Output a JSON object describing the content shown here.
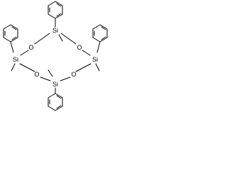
{
  "molecule": {
    "atoms": {
      "si_top": "Si",
      "si_right": "Si",
      "si_bottom": "Si",
      "si_left": "Si",
      "o_top_left": "O",
      "o_top_right": "O",
      "o_bottom_left": "O",
      "o_bottom_right": "O"
    },
    "colors": {
      "bond": "#000000",
      "label": "#000000",
      "background": "#ffffff"
    }
  }
}
